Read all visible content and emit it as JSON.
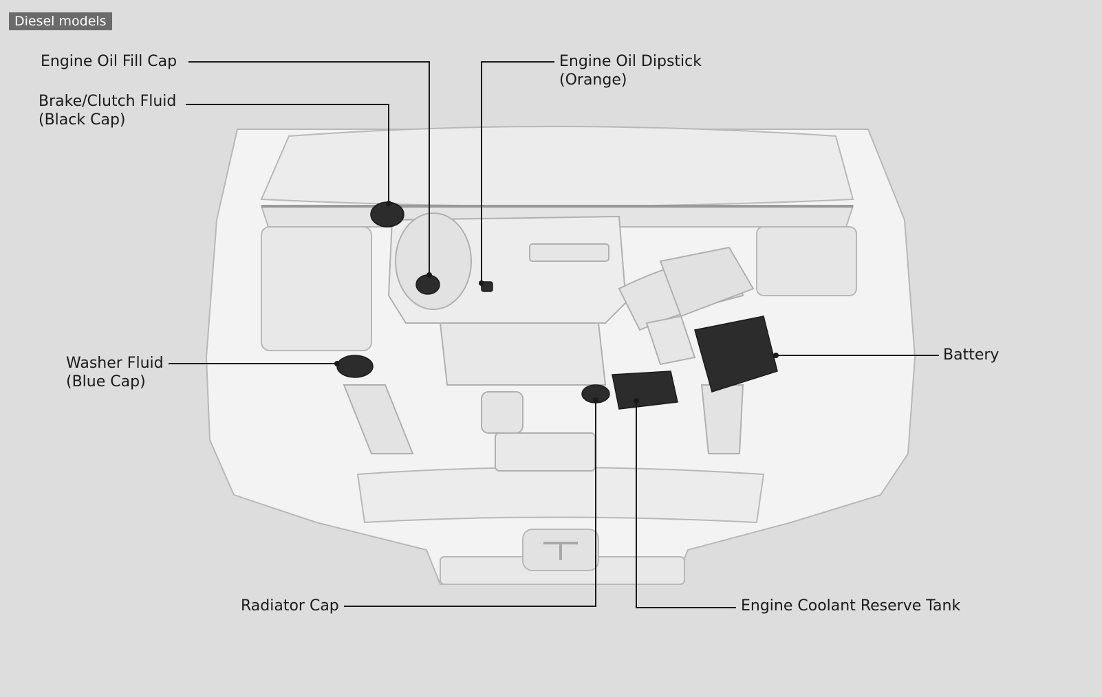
{
  "badge": "Diesel models",
  "labels": {
    "engine_oil_fill_cap": [
      "Engine Oil Fill Cap"
    ],
    "brake_clutch_fluid": [
      "Brake/Clutch Fluid",
      "(Black Cap)"
    ],
    "engine_oil_dipstick": [
      "Engine Oil Dipstick",
      "(Orange)"
    ],
    "washer_fluid": [
      "Washer Fluid",
      "(Blue Cap)"
    ],
    "battery": [
      "Battery"
    ],
    "radiator_cap": [
      "Radiator Cap"
    ],
    "engine_coolant_reserve_tank": [
      "Engine Coolant Reserve Tank"
    ]
  },
  "colors": {
    "background": "#dcdddc",
    "line": "#1a1a1a",
    "badge": "#6b6b6b",
    "car_body": "#f2f2f2",
    "car_outline": "#bdbdbd",
    "dark_part": "#2a2a2a"
  }
}
